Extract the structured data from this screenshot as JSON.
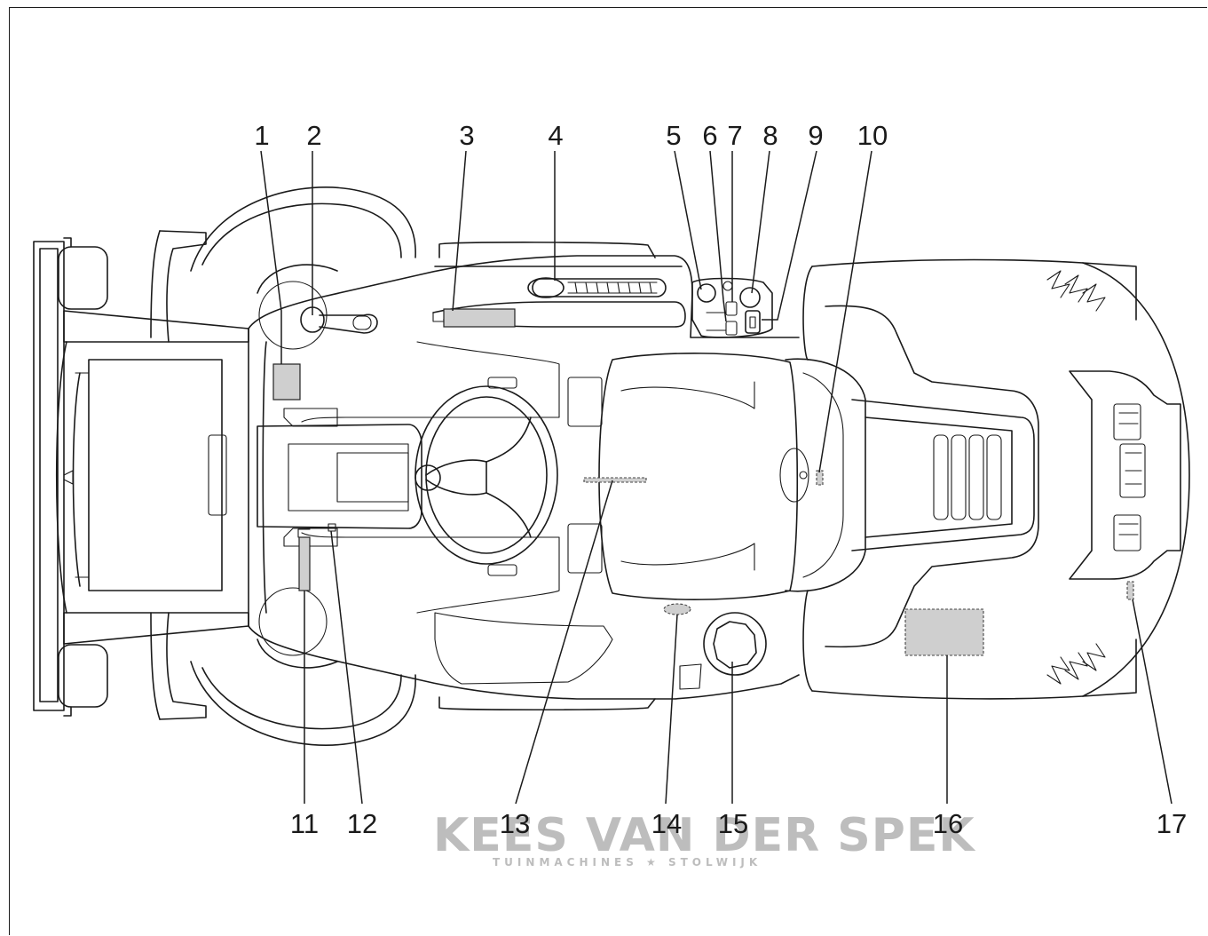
{
  "callouts": [
    "1",
    "2",
    "3",
    "4",
    "5",
    "6",
    "7",
    "8",
    "9",
    "10",
    "11",
    "12",
    "13",
    "14",
    "15",
    "16",
    "17"
  ],
  "watermark": {
    "line1": "KEES VAN DER SPEK",
    "line2": "TUINMACHINES ★ STOLWIJK"
  }
}
